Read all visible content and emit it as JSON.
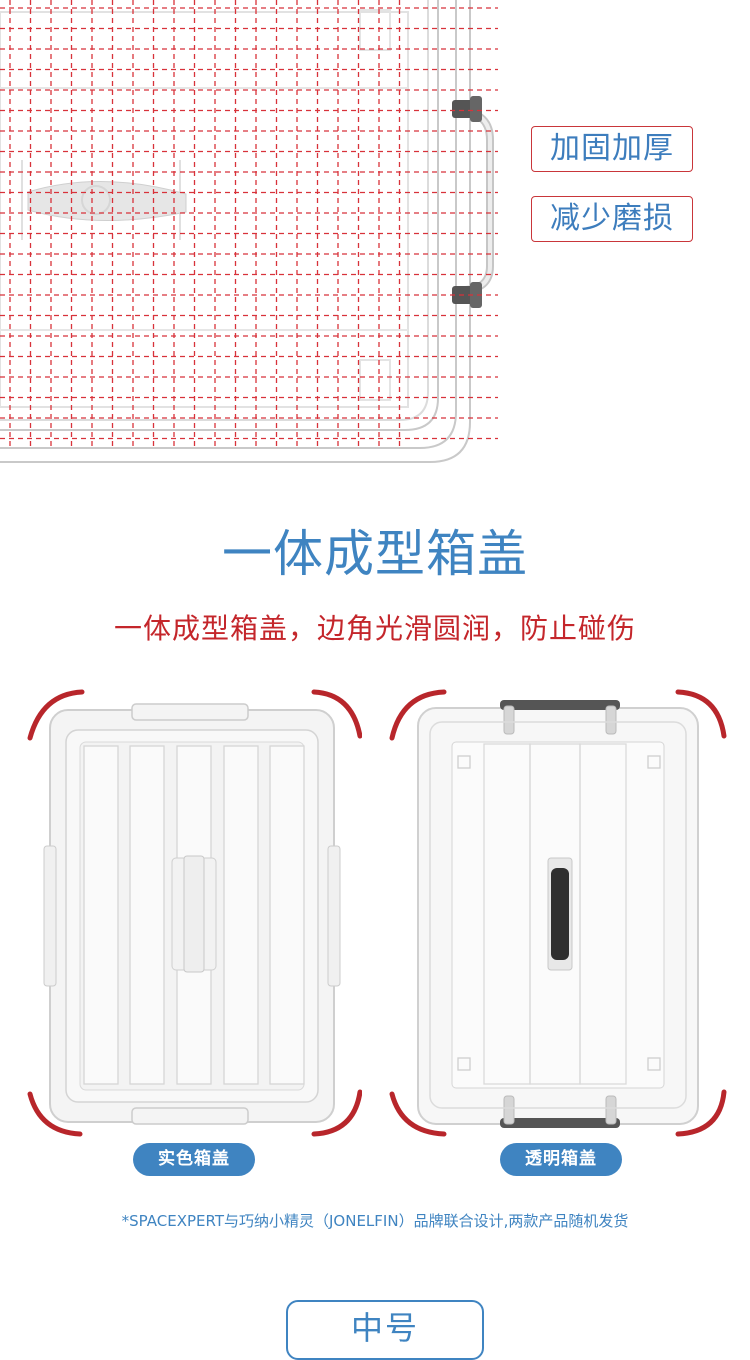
{
  "features": {
    "tag_reinforced": "加固加厚",
    "tag_wear": "减少磨损"
  },
  "section": {
    "title": "一体成型箱盖",
    "subtitle": "一体成型箱盖，边角光滑圆润，防止碰伤"
  },
  "variants": {
    "solid_label": "实色箱盖",
    "clear_label": "透明箱盖"
  },
  "footnote": "*SPACEXPERT与巧纳小精灵（JONELFIN）品牌联合设计,两款产品随机发货",
  "size_label": "中号",
  "colors": {
    "accent_blue": "#3f84c1",
    "accent_red": "#c4262b",
    "grid_red": "#d8323a"
  }
}
